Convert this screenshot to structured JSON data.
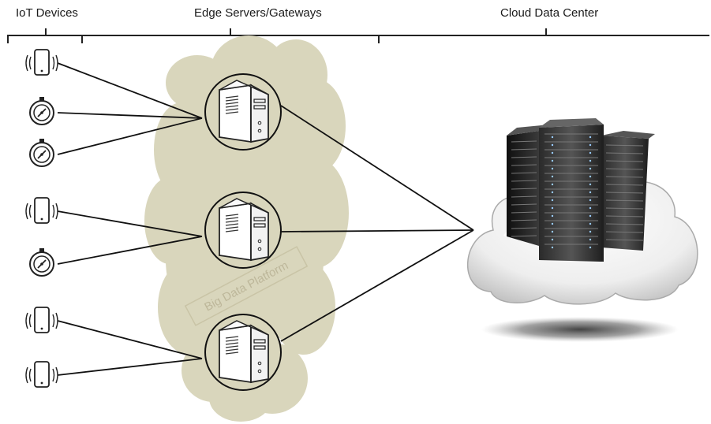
{
  "headers": {
    "iot": "IoT Devices",
    "edge": "Edge Servers/Gateways",
    "cloud": "Cloud Data Center"
  },
  "platform_label": "Big Data Platform",
  "devices": [
    {
      "type": "phone-icon"
    },
    {
      "type": "gauge-icon"
    },
    {
      "type": "gauge-icon"
    },
    {
      "type": "phone-icon"
    },
    {
      "type": "gauge-icon"
    },
    {
      "type": "phone-icon"
    },
    {
      "type": "phone-icon"
    }
  ],
  "edge_servers": [
    {
      "name": "edge-server-1",
      "devices": [
        0,
        1,
        2
      ]
    },
    {
      "name": "edge-server-2",
      "devices": [
        3,
        4
      ]
    },
    {
      "name": "edge-server-3",
      "devices": [
        5,
        6
      ]
    }
  ],
  "colors": {
    "platform_fill": "#d9d6bc",
    "line": "#111111",
    "label_box": "#c9c4a6"
  }
}
